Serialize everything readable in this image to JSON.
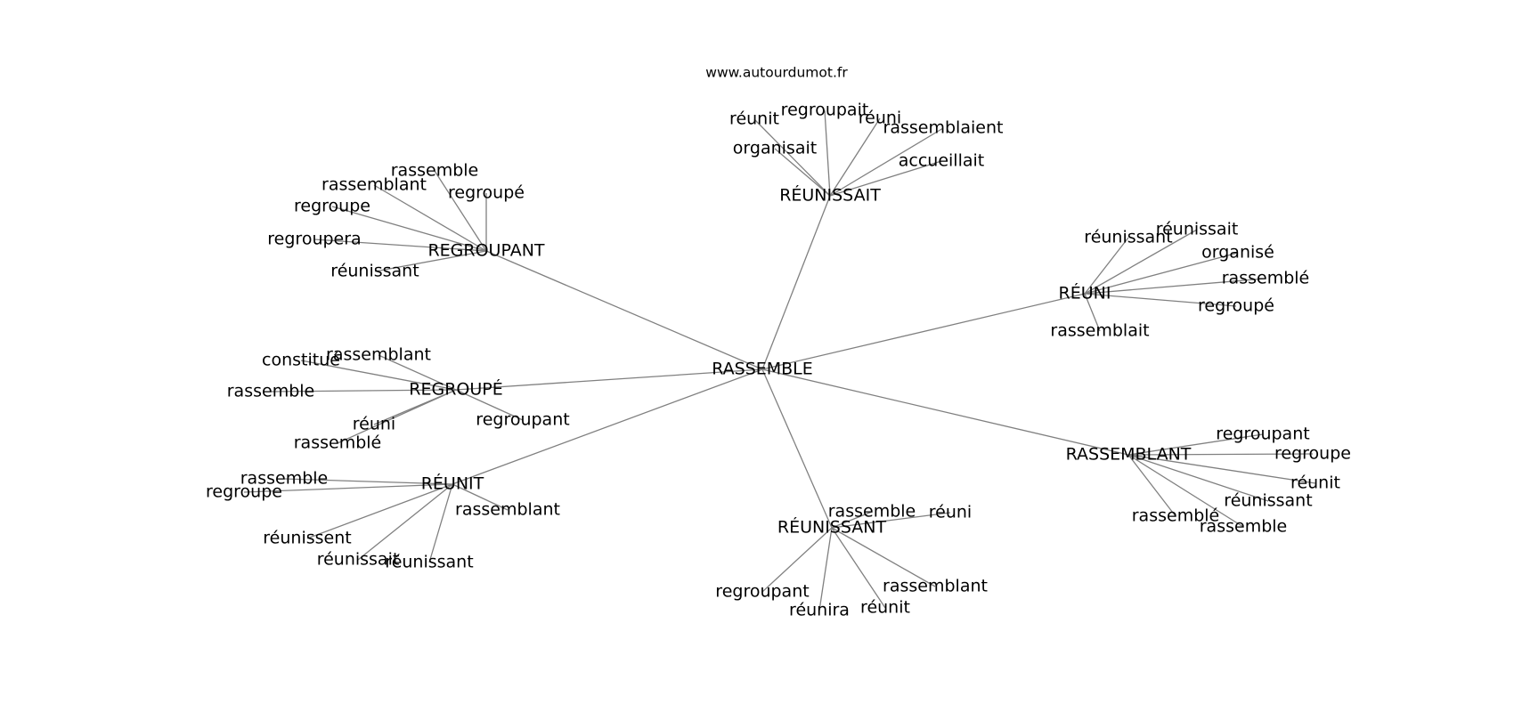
{
  "source": "www.autourdumot.fr",
  "graph": {
    "center": "RASSEMBLE",
    "clusters": [
      {
        "hub": "RÉUNISSAIT",
        "words": [
          "réunit",
          "regroupait",
          "réuni",
          "rassemblaient",
          "organisait",
          "accueillait"
        ]
      },
      {
        "hub": "REGROUPANT",
        "words": [
          "rassemble",
          "rassemblant",
          "regroupé",
          "regroupe",
          "regroupera",
          "réunissant"
        ]
      },
      {
        "hub": "RÉUNI",
        "words": [
          "réunissait",
          "réunissant",
          "organisé",
          "rassemblé",
          "regroupé",
          "rassemblait"
        ]
      },
      {
        "hub": "REGROUPÉ",
        "words": [
          "constitué",
          "rassemblant",
          "rassemble",
          "réuni",
          "rassemblé",
          "regroupant"
        ]
      },
      {
        "hub": "RÉUNIT",
        "words": [
          "rassemble",
          "regroupe",
          "rassemblant",
          "réunissent",
          "réunissait",
          "réunissant"
        ]
      },
      {
        "hub": "RÉUNISSANT",
        "words": [
          "rassemble",
          "réuni",
          "regroupant",
          "rassemblant",
          "réunira",
          "réunit"
        ]
      },
      {
        "hub": "RASSEMBLANT",
        "words": [
          "regroupant",
          "regroupe",
          "réunit",
          "réunissant",
          "rassemblé",
          "rassemble"
        ]
      }
    ]
  }
}
